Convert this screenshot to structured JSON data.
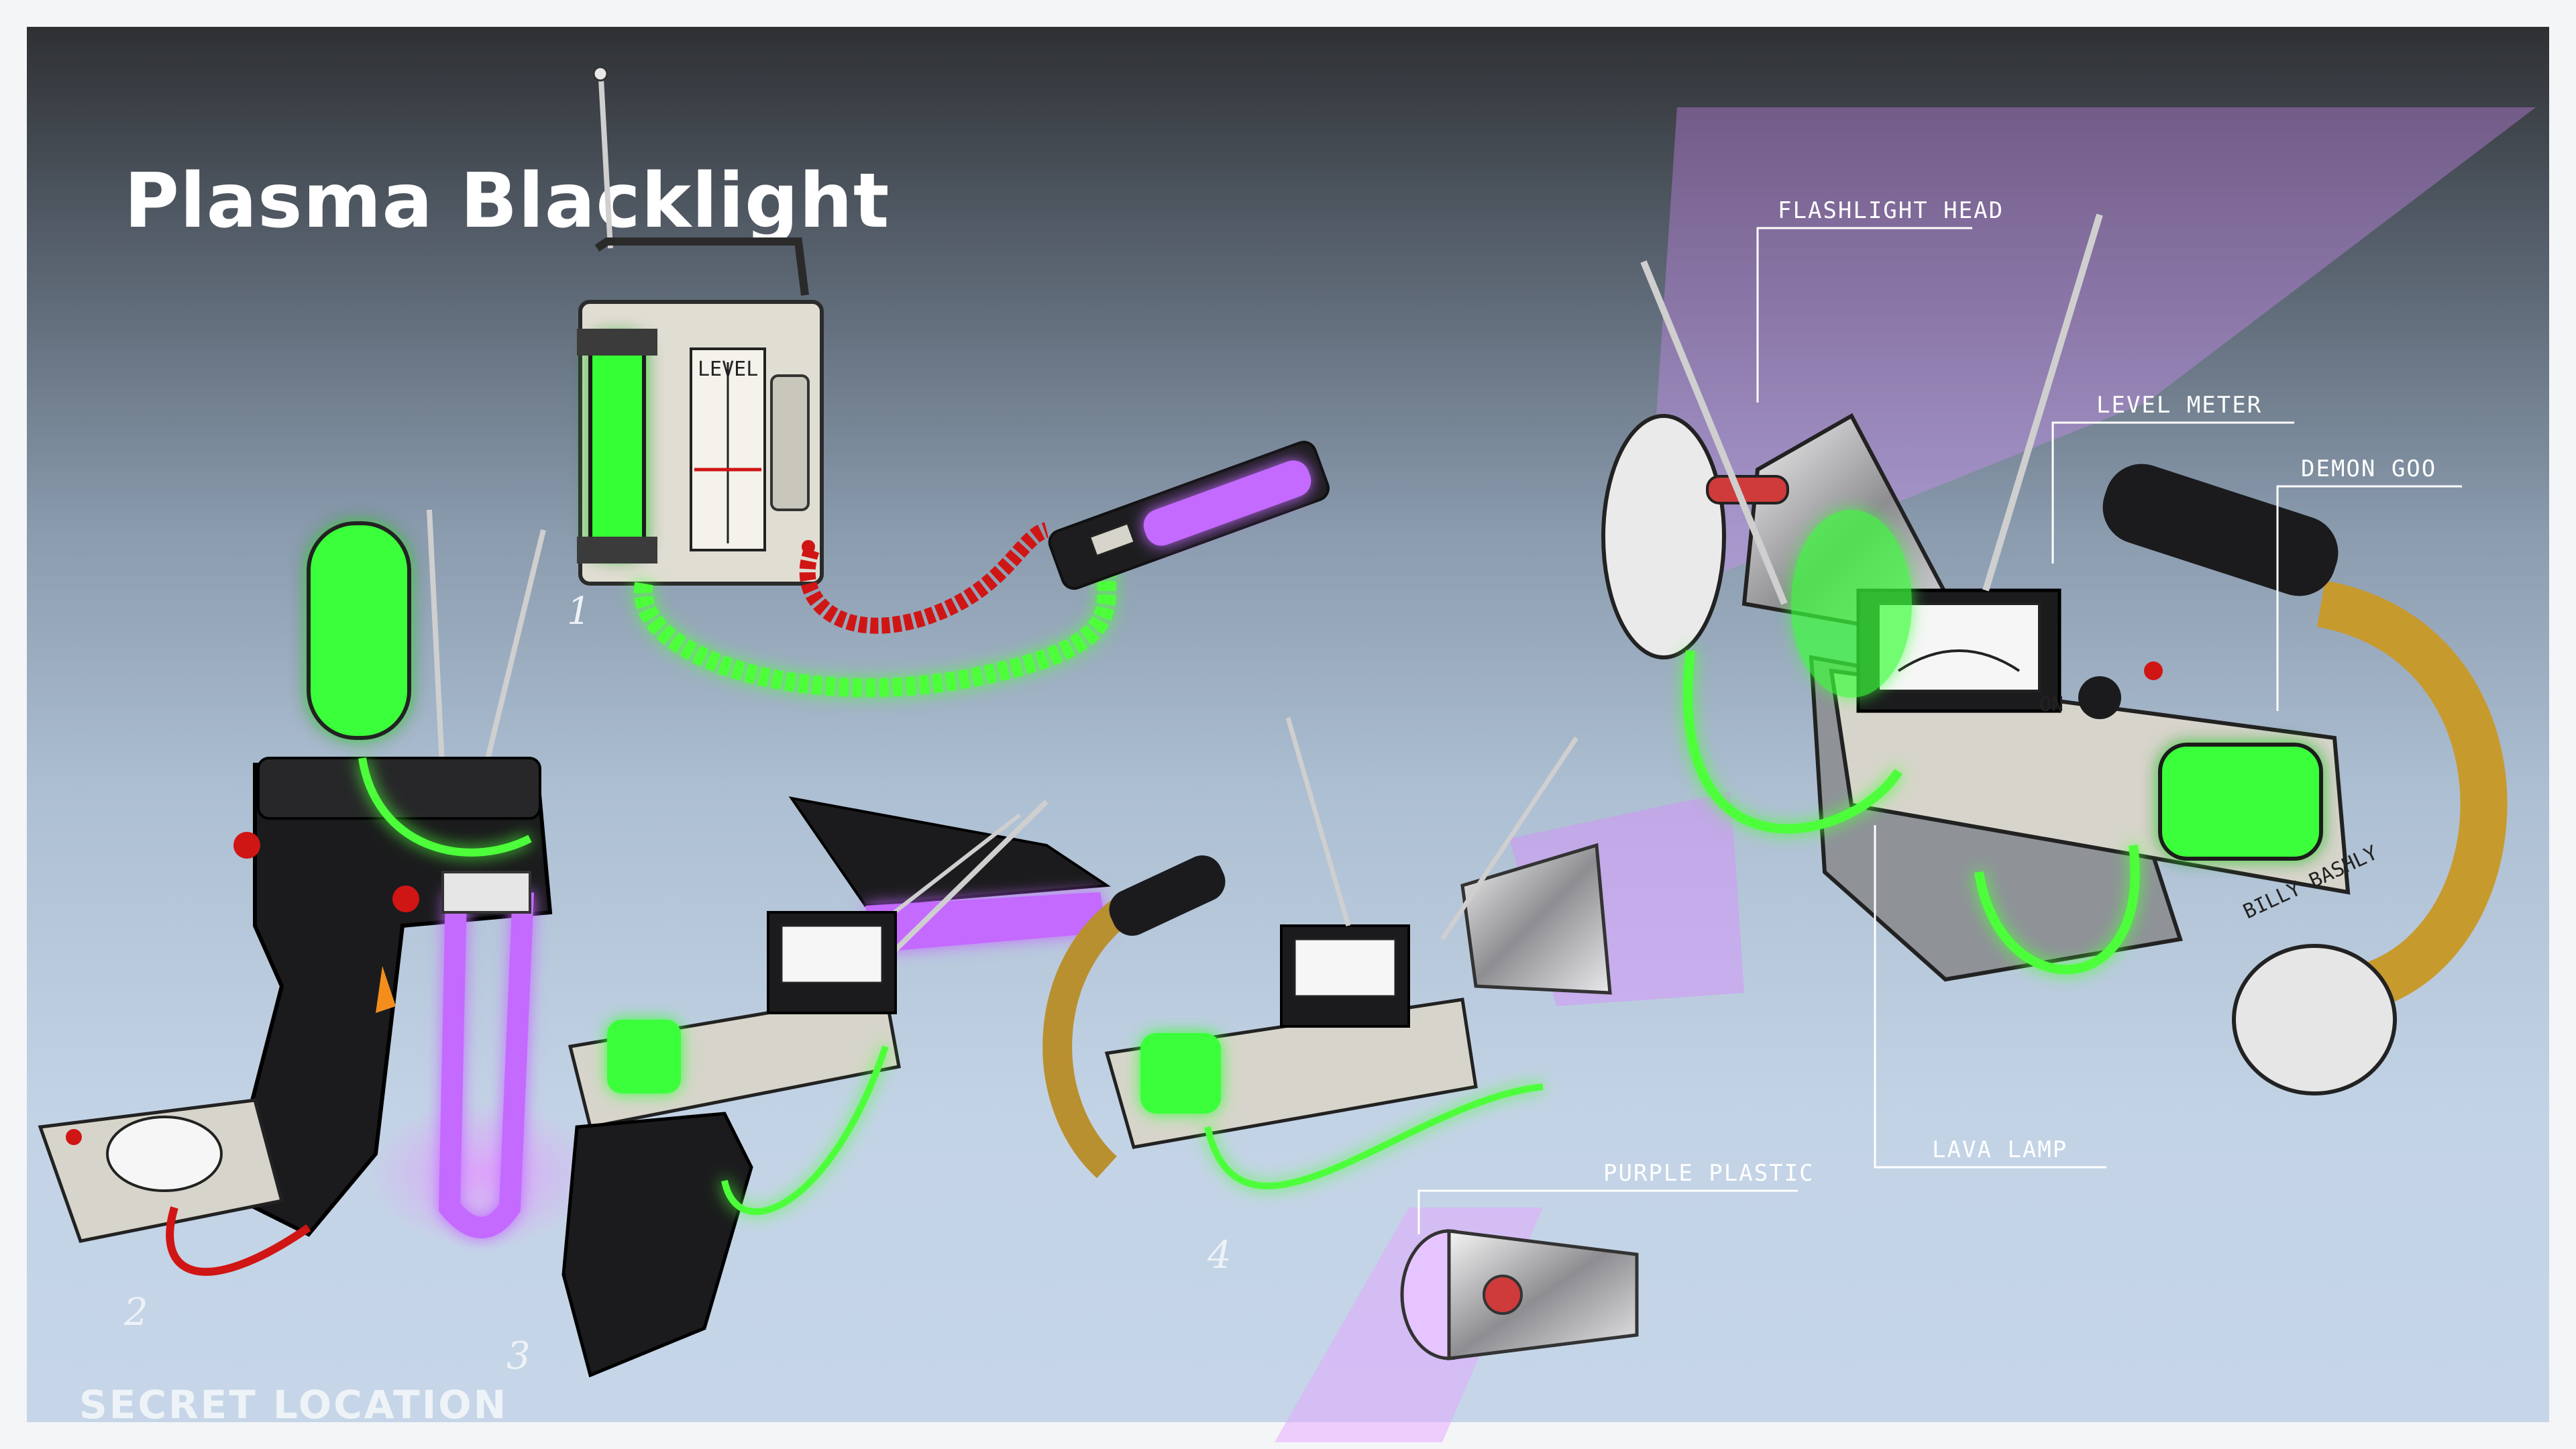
{
  "title": "Plasma Blacklight",
  "brand": "SECRET LOCATION",
  "callouts": {
    "flashlight_head": "FLASHLIGHT HEAD",
    "level_meter": "LEVEL METER",
    "demon_goo": "DEMON GOO",
    "lava_lamp": "LAVA LAMP",
    "purple_plastic": "PURPLE PLASTIC"
  },
  "variant_numbers": [
    "1",
    "2",
    "3",
    "4"
  ],
  "device_labels": {
    "level": "LEVEL",
    "billy_bashly": "BILLY BASHLY",
    "on": "ON"
  },
  "colors": {
    "goo_green": "#3cff3c",
    "purple_glow": "#c070ff",
    "body_grey": "#d7d5cb",
    "grip_black": "#1b1b1d",
    "tube_gold": "#b8902f",
    "cord_red": "#d01515"
  }
}
